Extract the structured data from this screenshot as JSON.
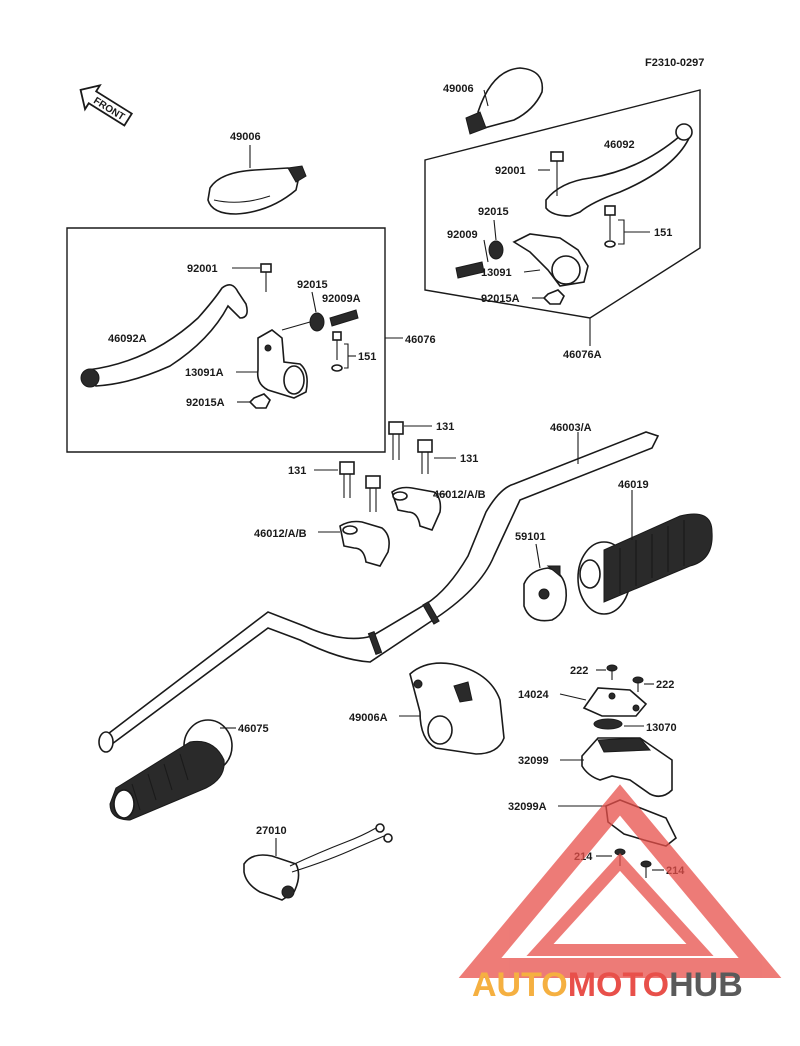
{
  "figure_code": "F2310-0297",
  "front_label": "FRONT",
  "labels": {
    "p49006_left": "49006",
    "p49006_right": "49006",
    "p46092": "46092",
    "p92001_right": "92001",
    "p92015_right": "92015",
    "p92009": "92009",
    "p151_right": "151",
    "p13091": "13091",
    "p92015A_right": "92015A",
    "p46076A": "46076A",
    "p92001_left": "92001",
    "p92015_left": "92015",
    "p92009A": "92009A",
    "p46092A": "46092A",
    "p46076": "46076",
    "p151_left": "151",
    "p13091A": "13091A",
    "p92015A_left": "92015A",
    "p131_a": "131",
    "p131_b": "131",
    "p131_c": "131",
    "p46003": "46003/A",
    "p46012_right": "46012/A/B",
    "p46012_left": "46012/A/B",
    "p46019": "46019",
    "p59101": "59101",
    "p222_left": "222",
    "p222_right": "222",
    "p14024": "14024",
    "p13070": "13070",
    "p49006A": "49006A",
    "p46075": "46075",
    "p32099": "32099",
    "p32099A": "32099A",
    "p27010": "27010",
    "p214_left": "214",
    "p214_right": "214"
  },
  "watermark": {
    "part1": "AUTO",
    "part2": "MOTO",
    "part3": "HUB",
    "colors": {
      "auto": "#f5b041",
      "moto": "#e8504a",
      "hub": "#5a5a5a",
      "triangle": "#e8504a"
    }
  }
}
